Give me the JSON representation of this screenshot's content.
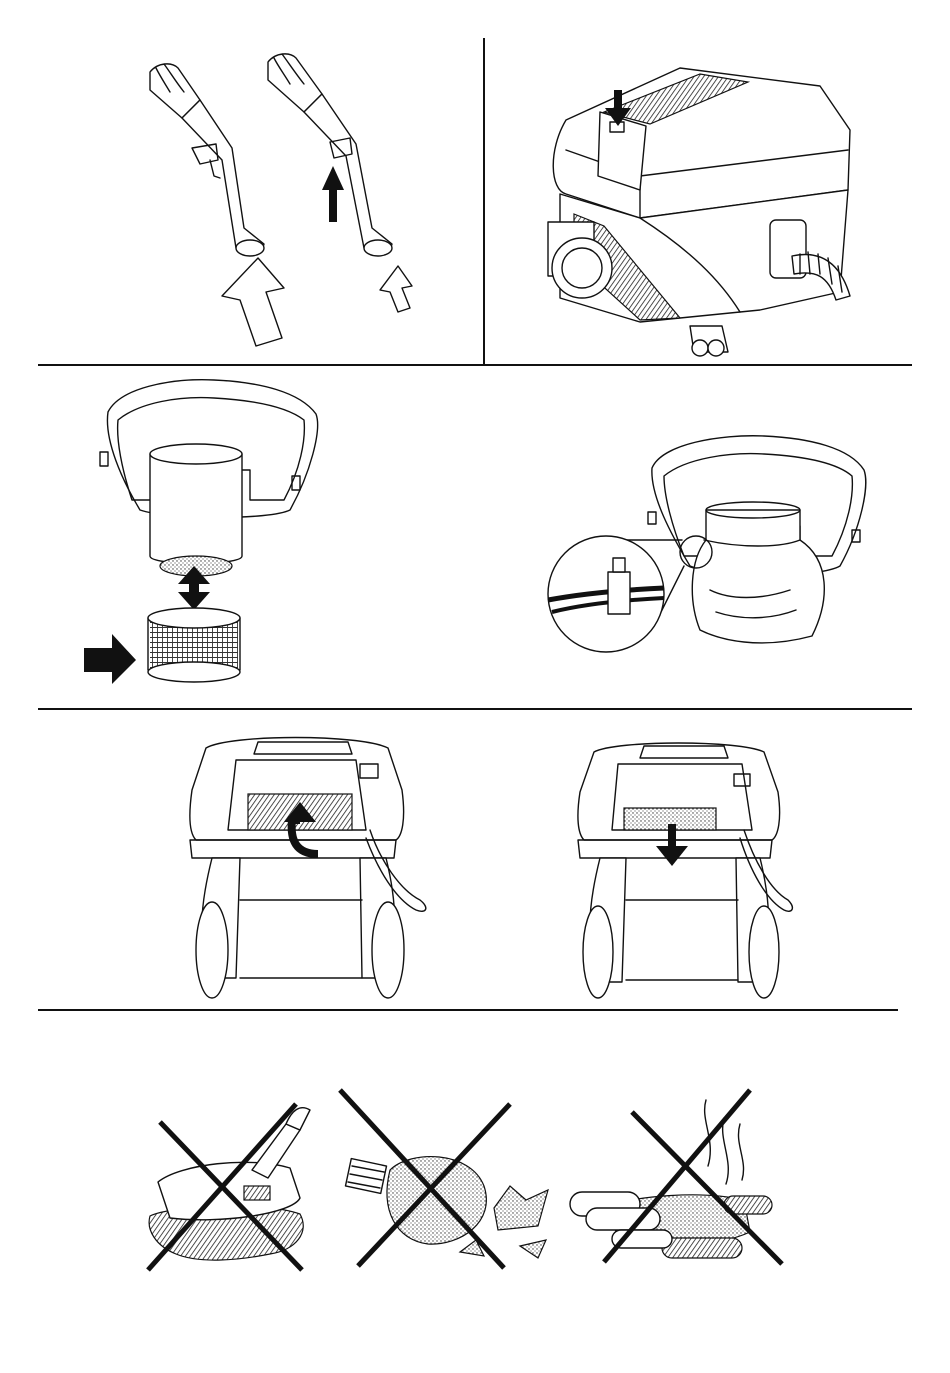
{
  "page": {
    "type": "instruction-illustration-sheet",
    "text_content": ""
  },
  "panels": [
    {
      "id": "hose-handle-air-regulator",
      "icons": [
        "hose-handle-icon",
        "large-airflow-arrow-icon",
        "small-airflow-arrow-icon",
        "slide-up-arrow-icon"
      ]
    },
    {
      "id": "cover-release-button",
      "icons": [
        "vacuum-cleaner-icon",
        "press-down-arrow-icon"
      ]
    },
    {
      "id": "cartridge-filter-removal",
      "icons": [
        "motor-head-icon",
        "cartridge-filter-icon",
        "double-arrow-icon",
        "insert-arrow-icon"
      ]
    },
    {
      "id": "filter-bag-tie",
      "icons": [
        "motor-head-icon",
        "filter-bag-icon",
        "cable-tie-detail-icon"
      ]
    },
    {
      "id": "exhaust-filter-remove",
      "icons": [
        "vacuum-front-icon",
        "curved-up-arrow-icon"
      ]
    },
    {
      "id": "exhaust-filter-insert",
      "icons": [
        "vacuum-front-icon",
        "down-arrow-icon"
      ]
    },
    {
      "id": "prohibited-uses",
      "icons": [
        "no-water-icon",
        "no-glass-icon",
        "no-hot-ash-icon"
      ]
    }
  ],
  "colors": {
    "ink": "#111111",
    "paper": "#ffffff"
  }
}
